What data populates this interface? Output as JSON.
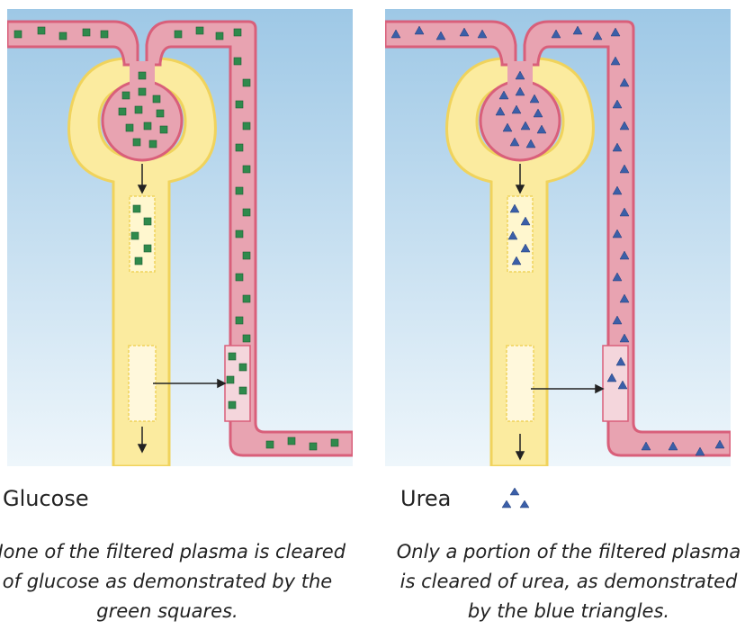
{
  "panels": [
    {
      "id": "glucose",
      "label": "Glucose",
      "caption": "None of the filtered plasma is cleared of glucose as demonstrated by the green squares.",
      "marker": "green-square",
      "color": "#2f8a4c"
    },
    {
      "id": "urea",
      "label": "Urea",
      "caption": "Only a portion of the filtered plasma is cleared of urea, as demonstrated by the blue triangles.",
      "marker": "blue-triangle",
      "color": "#3b5fa8"
    }
  ],
  "colors": {
    "background_top": "#9ec8e6",
    "background_bottom": "#eef6fb",
    "vessel": "#d95f7a",
    "vessel_fill": "#e8a3b1",
    "tubule": "#fbeb9f",
    "tubule_outline": "#f0d35c",
    "arrow": "#222222"
  }
}
